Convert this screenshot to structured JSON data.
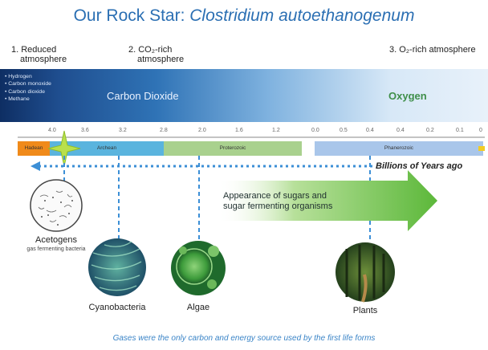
{
  "title": {
    "prefix": "Our Rock Star: ",
    "species": "Clostridium autoethanogenum"
  },
  "stages": [
    {
      "line1": "1. Reduced",
      "line2": "atmosphere"
    },
    {
      "line1": "2. CO₂-rich",
      "line2": "atmosphere"
    },
    {
      "line1": "3. O₂-rich atmosphere",
      "line2": ""
    }
  ],
  "gases": [
    "• Hydrogen",
    "• Carbon monoxide",
    "• Carbon dioxide",
    "• Methane"
  ],
  "atmosphere_labels": {
    "co2": "Carbon Dioxide",
    "o2": "Oxygen"
  },
  "ticks_left": [
    "4.0",
    "3.6",
    "3.2",
    "2.8",
    "2.0",
    "1.6",
    "1.2"
  ],
  "ticks_right": [
    "0.0",
    "0.5",
    "0.4",
    "0.4",
    "0.2",
    "0.1",
    "0"
  ],
  "eons": [
    "Hadean",
    "Archean",
    "Proterozoic",
    "Phanerozoic"
  ],
  "timescale_label": "Billions of Years ago",
  "arrow_text": {
    "line1": "Appearance of sugars and",
    "line2": "sugar fermenting organisms"
  },
  "organisms": {
    "acetogens": {
      "name": "Acetogens",
      "sub": "gas fermenting bacteria"
    },
    "cyanobacteria": {
      "name": "Cyanobacteria"
    },
    "algae": {
      "name": "Algae"
    },
    "plants": {
      "name": "Plants"
    }
  },
  "footer": "Gases were the only carbon and energy source used by the first life forms",
  "colors": {
    "title": "#2b6fb3",
    "dashed": "#3c8fd6",
    "hadean": "#f08a1a",
    "archean": "#5ab4de",
    "proterozoic": "#a9d18e",
    "phanerozoic": "#a9c6ea",
    "arrow": "#6cbf4b"
  }
}
